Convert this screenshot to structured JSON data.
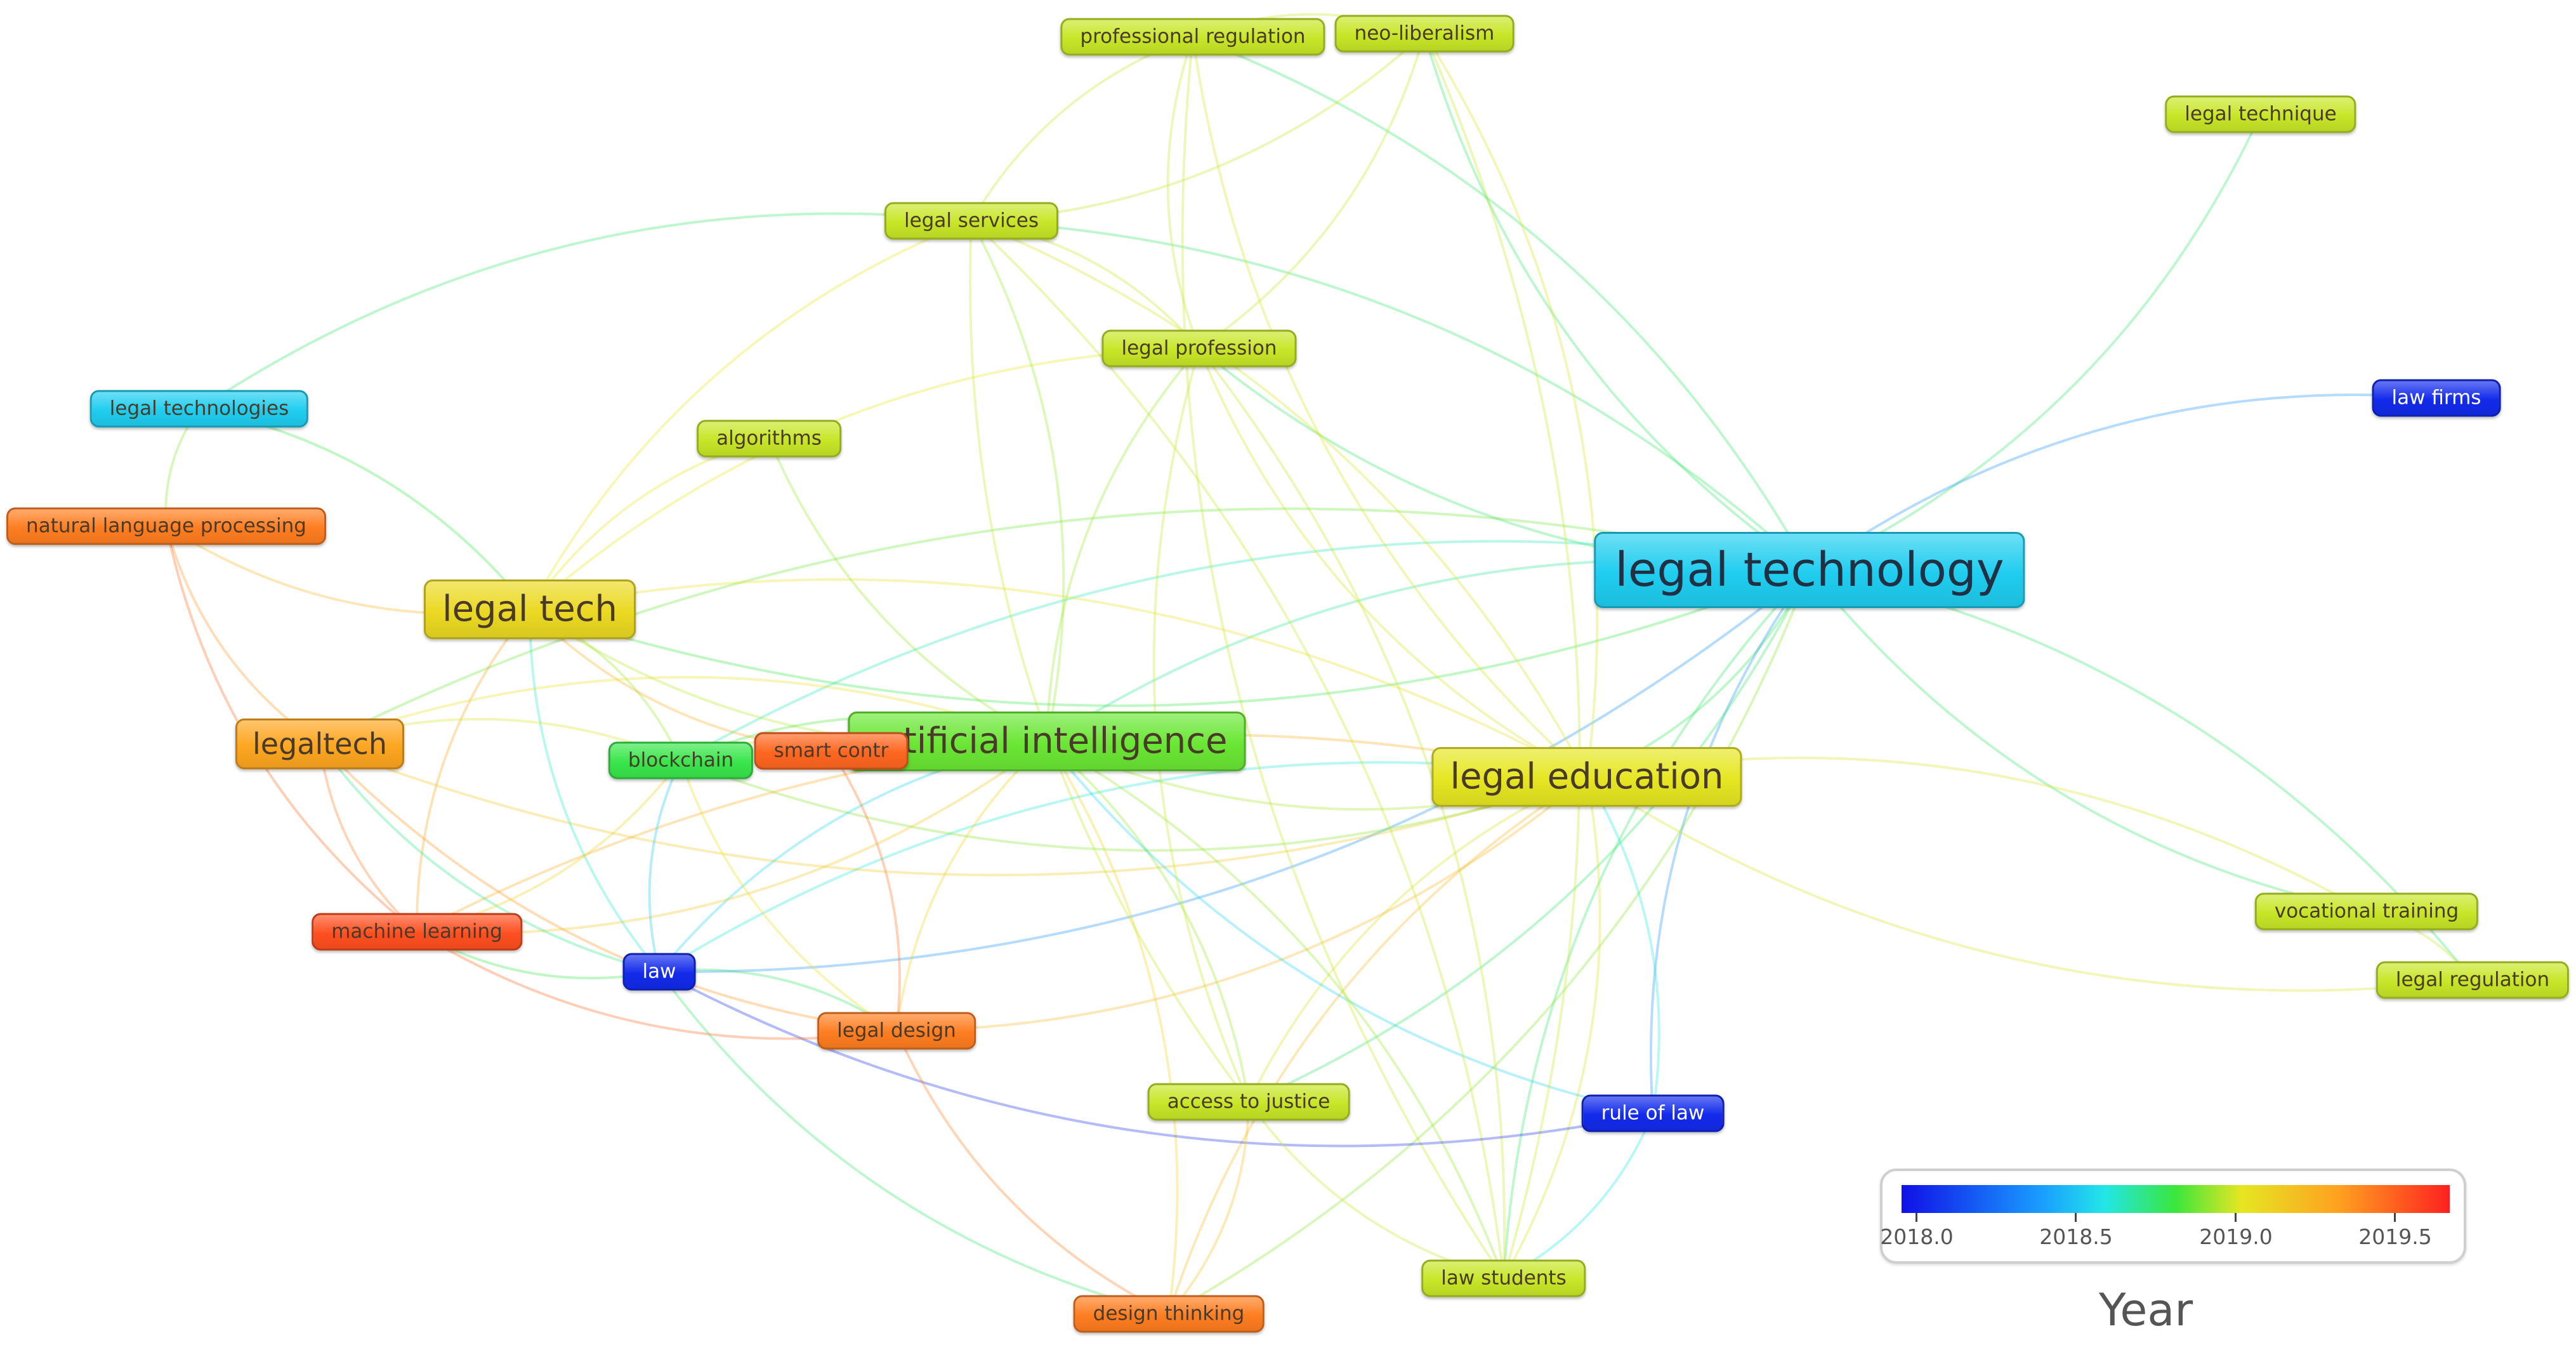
{
  "nodes": [
    {
      "id": "legal-technology",
      "label": "legal technology",
      "year": 2018.4,
      "size": "xl"
    },
    {
      "id": "legal-tech",
      "label": "legal tech",
      "year": 2019.1,
      "size": "l"
    },
    {
      "id": "artificial-intelligence",
      "label": "artificial intelligence",
      "year": 2018.85,
      "size": "l"
    },
    {
      "id": "legal-education",
      "label": "legal education",
      "year": 2019.05,
      "size": "l"
    },
    {
      "id": "legaltech",
      "label": "legaltech",
      "year": 2019.3,
      "size": "m"
    },
    {
      "id": "professional-regulation",
      "label": "professional regulation",
      "year": 2019.0,
      "size": "s"
    },
    {
      "id": "neo-liberalism",
      "label": "neo-liberalism",
      "year": 2019.0,
      "size": "s"
    },
    {
      "id": "legal-technique",
      "label": "legal technique",
      "year": 2019.0,
      "size": "s"
    },
    {
      "id": "legal-services",
      "label": "legal services",
      "year": 2019.0,
      "size": "s"
    },
    {
      "id": "legal-profession",
      "label": "legal profession",
      "year": 2019.0,
      "size": "s"
    },
    {
      "id": "legal-technologies",
      "label": "legal technologies",
      "year": 2018.4,
      "size": "s"
    },
    {
      "id": "algorithms",
      "label": "algorithms",
      "year": 2019.0,
      "size": "s"
    },
    {
      "id": "law-firms",
      "label": "law firms",
      "year": 2018.0,
      "size": "s"
    },
    {
      "id": "natural-language-processing",
      "label": "natural language processing",
      "year": 2019.4,
      "size": "s"
    },
    {
      "id": "blockchain",
      "label": "blockchain",
      "year": 2018.75,
      "size": "s"
    },
    {
      "id": "smart-contracts",
      "label": "smart contr",
      "year": 2019.45,
      "size": "s"
    },
    {
      "id": "machine-learning",
      "label": "machine learning",
      "year": 2019.5,
      "size": "s"
    },
    {
      "id": "law",
      "label": "law",
      "year": 2018.0,
      "size": "s"
    },
    {
      "id": "legal-design",
      "label": "legal design",
      "year": 2019.4,
      "size": "s"
    },
    {
      "id": "access-to-justice",
      "label": "access to justice",
      "year": 2019.0,
      "size": "s"
    },
    {
      "id": "rule-of-law",
      "label": "rule of law",
      "year": 2018.0,
      "size": "s"
    },
    {
      "id": "vocational-training",
      "label": "vocational training",
      "year": 2019.0,
      "size": "s"
    },
    {
      "id": "legal-regulation",
      "label": "legal regulation",
      "year": 2019.0,
      "size": "s"
    },
    {
      "id": "law-students",
      "label": "law students",
      "year": 2019.0,
      "size": "s"
    },
    {
      "id": "design-thinking",
      "label": "design thinking",
      "year": 2019.4,
      "size": "s"
    }
  ],
  "edges": [
    [
      "legal-technology",
      "legal-education"
    ],
    [
      "legal-technology",
      "artificial-intelligence"
    ],
    [
      "legal-technology",
      "legal-tech"
    ],
    [
      "legal-technology",
      "legal-services"
    ],
    [
      "legal-technology",
      "legal-profession"
    ],
    [
      "legal-technology",
      "professional-regulation"
    ],
    [
      "legal-technology",
      "neo-liberalism"
    ],
    [
      "legal-technology",
      "legal-technique"
    ],
    [
      "legal-technology",
      "law-firms"
    ],
    [
      "legal-technology",
      "vocational-training"
    ],
    [
      "legal-technology",
      "legal-regulation"
    ],
    [
      "legal-technology",
      "blockchain"
    ],
    [
      "legal-technology",
      "law"
    ],
    [
      "legal-technology",
      "rule-of-law"
    ],
    [
      "legal-technology",
      "access-to-justice"
    ],
    [
      "legal-technology",
      "law-students"
    ],
    [
      "legal-technology",
      "design-thinking"
    ],
    [
      "legal-technology",
      "legaltech"
    ],
    [
      "legal-education",
      "artificial-intelligence"
    ],
    [
      "legal-education",
      "legal-tech"
    ],
    [
      "legal-education",
      "legal-profession"
    ],
    [
      "legal-education",
      "legal-services"
    ],
    [
      "legal-education",
      "professional-regulation"
    ],
    [
      "legal-education",
      "neo-liberalism"
    ],
    [
      "legal-education",
      "vocational-training"
    ],
    [
      "legal-education",
      "legal-regulation"
    ],
    [
      "legal-education",
      "law-students"
    ],
    [
      "legal-education",
      "access-to-justice"
    ],
    [
      "legal-education",
      "rule-of-law"
    ],
    [
      "legal-education",
      "law"
    ],
    [
      "legal-education",
      "legaltech"
    ],
    [
      "legal-education",
      "design-thinking"
    ],
    [
      "legal-education",
      "blockchain"
    ],
    [
      "legal-education",
      "machine-learning"
    ],
    [
      "legal-education",
      "legal-design"
    ],
    [
      "legal-tech",
      "artificial-intelligence"
    ],
    [
      "legal-tech",
      "blockchain"
    ],
    [
      "legal-tech",
      "smart-contracts"
    ],
    [
      "legal-tech",
      "algorithms"
    ],
    [
      "legal-tech",
      "legal-technologies"
    ],
    [
      "legal-tech",
      "natural-language-processing"
    ],
    [
      "legal-tech",
      "machine-learning"
    ],
    [
      "legal-tech",
      "legal-services"
    ],
    [
      "legal-tech",
      "law"
    ],
    [
      "legal-tech",
      "legal-profession"
    ],
    [
      "artificial-intelligence",
      "legal-services"
    ],
    [
      "artificial-intelligence",
      "legal-profession"
    ],
    [
      "artificial-intelligence",
      "blockchain"
    ],
    [
      "artificial-intelligence",
      "algorithms"
    ],
    [
      "artificial-intelligence",
      "law"
    ],
    [
      "artificial-intelligence",
      "machine-learning"
    ],
    [
      "artificial-intelligence",
      "legal-design"
    ],
    [
      "artificial-intelligence",
      "access-to-justice"
    ],
    [
      "artificial-intelligence",
      "rule-of-law"
    ],
    [
      "artificial-intelligence",
      "law-students"
    ],
    [
      "artificial-intelligence",
      "legaltech"
    ],
    [
      "artificial-intelligence",
      "design-thinking"
    ],
    [
      "legaltech",
      "machine-learning"
    ],
    [
      "legaltech",
      "natural-language-processing"
    ],
    [
      "legaltech",
      "legal-design"
    ],
    [
      "legaltech",
      "blockchain"
    ],
    [
      "legaltech",
      "law"
    ],
    [
      "legal-services",
      "professional-regulation"
    ],
    [
      "legal-services",
      "neo-liberalism"
    ],
    [
      "legal-services",
      "legal-profession"
    ],
    [
      "legal-services",
      "legal-technologies"
    ],
    [
      "legal-services",
      "law-students"
    ],
    [
      "legal-services",
      "access-to-justice"
    ],
    [
      "legal-profession",
      "professional-regulation"
    ],
    [
      "legal-profession",
      "neo-liberalism"
    ],
    [
      "legal-profession",
      "law-students"
    ],
    [
      "legal-profession",
      "access-to-justice"
    ],
    [
      "professional-regulation",
      "neo-liberalism"
    ],
    [
      "professional-regulation",
      "law-students"
    ],
    [
      "neo-liberalism",
      "law-students"
    ],
    [
      "legal-technologies",
      "natural-language-processing"
    ],
    [
      "law",
      "legal-design"
    ],
    [
      "law",
      "rule-of-law"
    ],
    [
      "law",
      "machine-learning"
    ],
    [
      "law",
      "design-thinking"
    ],
    [
      "law",
      "blockchain"
    ],
    [
      "legal-design",
      "design-thinking"
    ],
    [
      "legal-design",
      "machine-learning"
    ],
    [
      "legal-design",
      "smart-contracts"
    ],
    [
      "machine-learning",
      "natural-language-processing"
    ],
    [
      "machine-learning",
      "blockchain"
    ],
    [
      "access-to-justice",
      "design-thinking"
    ],
    [
      "access-to-justice",
      "law-students"
    ],
    [
      "vocational-training",
      "legal-regulation"
    ],
    [
      "smart-contracts",
      "blockchain"
    ],
    [
      "rule-of-law",
      "law-students"
    ],
    [
      "blockchain",
      "legal-design"
    ]
  ],
  "legend": {
    "title": "Year",
    "ticks": [
      "2018.0",
      "2018.5",
      "2019.0",
      "2019.5"
    ],
    "tick_values": [
      2018.0,
      2018.5,
      2019.0,
      2019.5
    ],
    "range": [
      2017.95,
      2019.6
    ],
    "colors": [
      "#1010e6",
      "#1aa0ff",
      "#22e6e6",
      "#3be63b",
      "#e6e622",
      "#ffa020",
      "#ff2020"
    ]
  }
}
